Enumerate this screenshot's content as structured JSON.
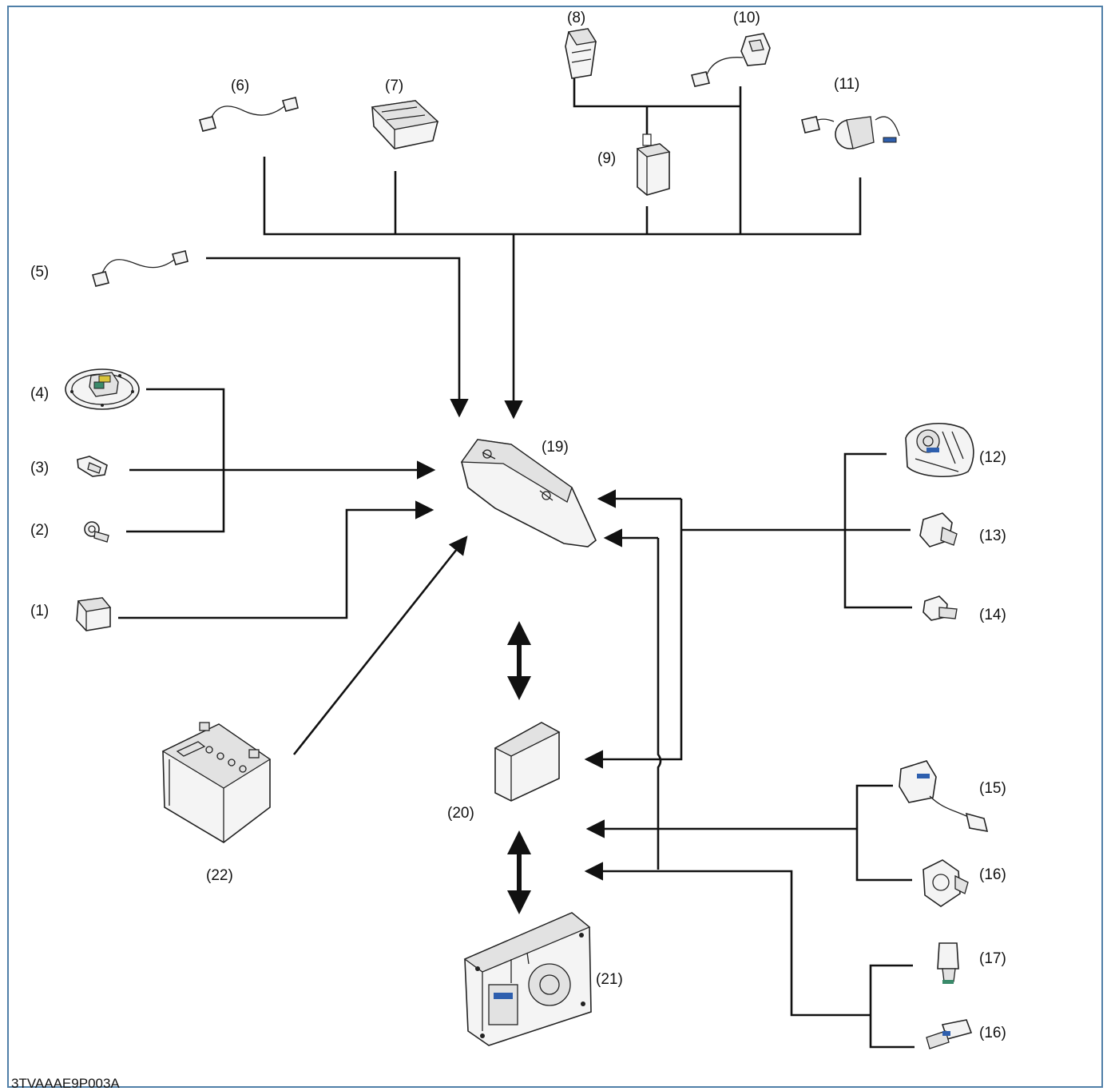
{
  "diagram": {
    "frame_color": "#4f7fa8",
    "accent_colors": [
      "#2e5fae",
      "#d9c43a",
      "#3a8a6a"
    ],
    "labels": {
      "p1": "(1)",
      "p2": "(2)",
      "p3": "(3)",
      "p4": "(4)",
      "p5": "(5)",
      "p6": "(6)",
      "p7": "(7)",
      "p8": "(8)",
      "p9": "(9)",
      "p10": "(10)",
      "p11": "(11)",
      "p12": "(12)",
      "p13": "(13)",
      "p14": "(14)",
      "p15": "(15)",
      "p16": "(16)",
      "p17": "(17)",
      "p18": "(16)",
      "p19": "(19)",
      "p20": "(20)",
      "p21": "(21)",
      "p22": "(22)"
    },
    "figure_code": "3TVAAAE9P003A"
  }
}
